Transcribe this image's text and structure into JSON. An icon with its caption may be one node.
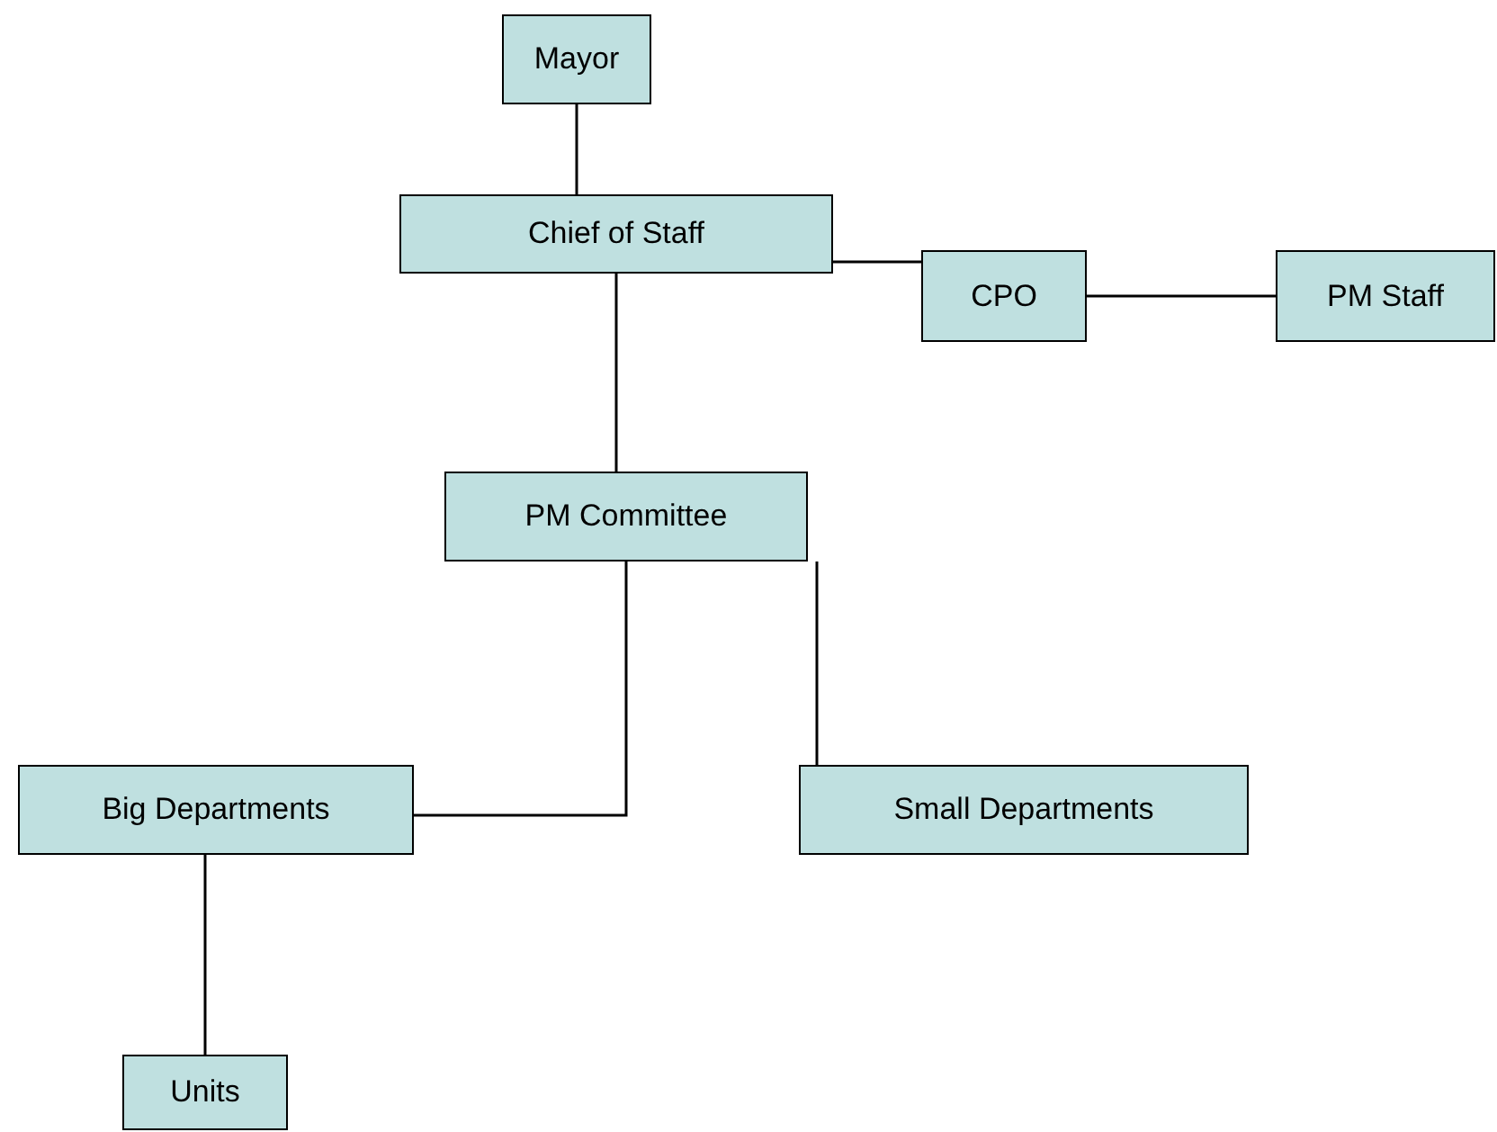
{
  "diagram": {
    "nodes": [
      {
        "text": [
          "Mayor"
        ]
      },
      {
        "text": [
          "Chief of Staff"
        ]
      },
      {
        "text": [
          "CPO"
        ]
      },
      {
        "text": [
          "PM Staff"
        ]
      },
      {
        "text": [
          "PM Committee"
        ]
      },
      {
        "text": [
          "Big Departments"
        ]
      },
      {
        "text": [
          "Small Departments"
        ]
      },
      {
        "text": [
          "Units"
        ]
      }
    ],
    "edges": [
      {
        "from": 0,
        "to": 1,
        "arrow": "none"
      },
      {
        "from": 1,
        "to": 2,
        "arrow": "none"
      },
      {
        "from": 2,
        "to": 3,
        "arrow": "none"
      },
      {
        "from": 1,
        "to": 4,
        "arrow": "none"
      },
      {
        "from": 4,
        "to": 5,
        "arrow": "none"
      },
      {
        "from": 4,
        "to": 6,
        "arrow": "none"
      },
      {
        "from": 5,
        "to": 7,
        "arrow": "none"
      }
    ]
  }
}
